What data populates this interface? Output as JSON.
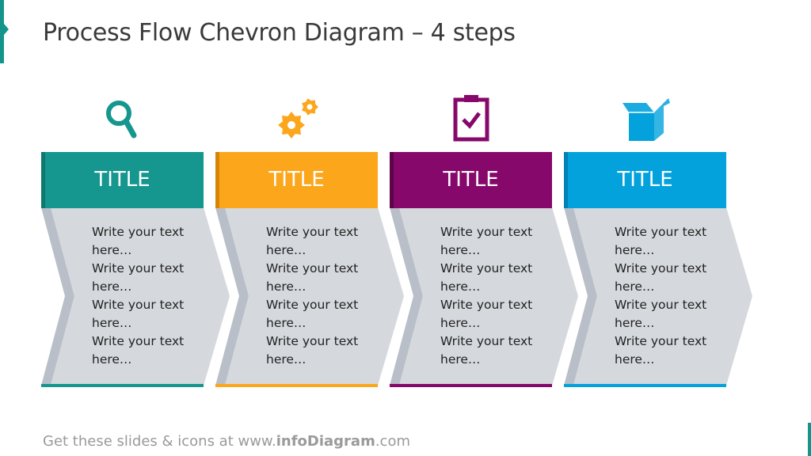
{
  "title": "Process Flow Chevron Diagram – 4 steps",
  "footer": {
    "prefix": "Get these slides & icons at www.",
    "brand": "infoDiagram",
    "suffix": ".com"
  },
  "colors": {
    "teal": "#15968e",
    "orange": "#fca61c",
    "purple": "#86086b",
    "blue": "#03a2dd",
    "body_gray": "#d5d8dd",
    "shadow_gray": "#b9bfc8"
  },
  "steps": [
    {
      "icon": "magnifier-icon",
      "title": "TITLE",
      "color": "#15968e",
      "edge_color": "#0e7770",
      "lines": [
        "Write your text",
        "here…",
        "Write your text",
        "here…",
        "Write your text",
        "here…",
        "Write your text",
        "here…"
      ]
    },
    {
      "icon": "gears-icon",
      "title": "TITLE",
      "color": "#fca61c",
      "edge_color": "#d68607",
      "lines": [
        "Write your text",
        "here…",
        "Write your text",
        "here…",
        "Write your text",
        "here…",
        "Write your text",
        "here…"
      ]
    },
    {
      "icon": "clipboard-check-icon",
      "title": "TITLE",
      "color": "#86086b",
      "edge_color": "#5e044b",
      "lines": [
        "Write your text",
        "here…",
        "Write your text",
        "here…",
        "Write your text",
        "here…",
        "Write your text",
        "here…"
      ]
    },
    {
      "icon": "box-icon",
      "title": "TITLE",
      "color": "#03a2dd",
      "edge_color": "#0283b5",
      "lines": [
        "Write your text",
        "here…",
        "Write your text",
        "here…",
        "Write your text",
        "here…",
        "Write your text",
        "here…"
      ]
    }
  ]
}
